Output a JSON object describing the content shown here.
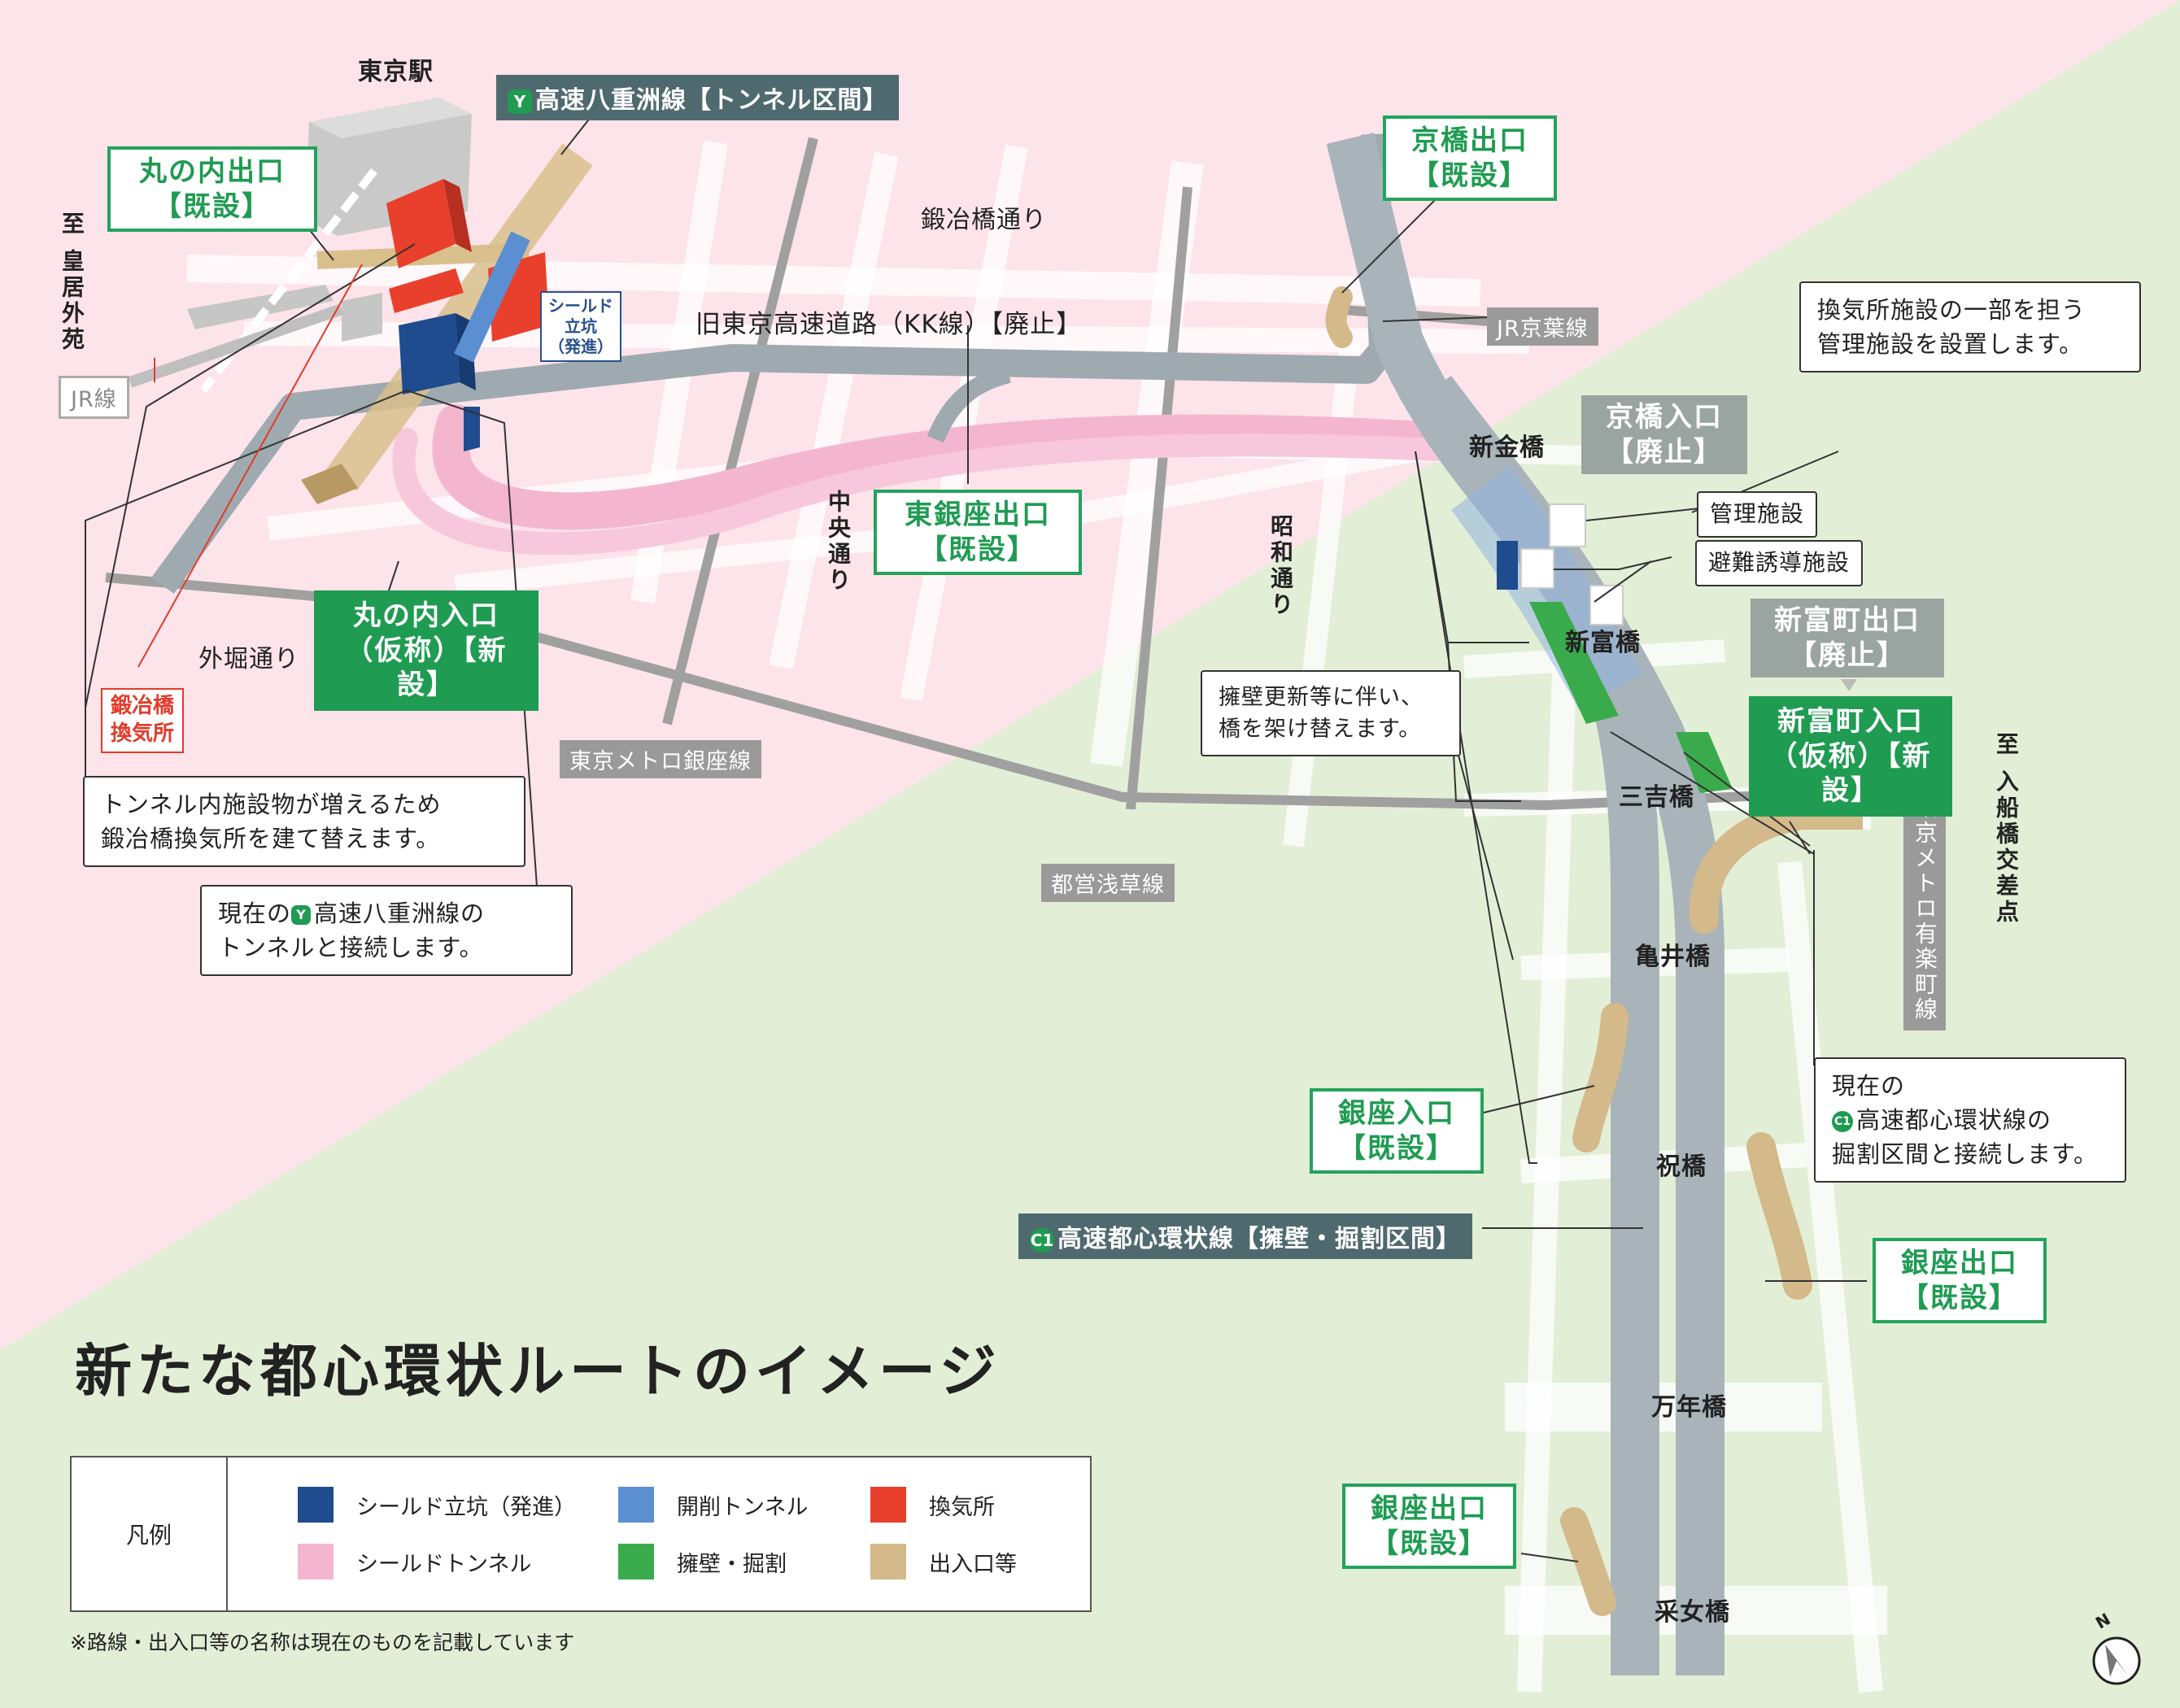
{
  "title": "新たな都心環状ルートのイメージ",
  "footnote": "※路線・出入口等の名称は現在のものを記載しています",
  "colors": {
    "bg_pink": "#fde3ea",
    "bg_green": "#e2efd6",
    "road": "#9eaab0",
    "shield_shaft": "#1f4b8f",
    "cut_tunnel": "#5b8fd1",
    "vent": "#e8402c",
    "shield_tunnel": "#f4b6cf",
    "retaining_wall": "#3aab4c",
    "ramp": "#d4b98a",
    "green_label": "#1f9b52"
  },
  "badges": {
    "yaesu": "Y",
    "c1": "C1"
  },
  "stations": {
    "tokyo": "東京駅"
  },
  "direction": {
    "kokyo": "至 皇居外苑",
    "irifune": "至 入船橋交差点"
  },
  "lines": {
    "jr": "JR線",
    "jr_keiyo": "JR京葉線",
    "ginza_line": "東京メトロ銀座線",
    "asakusa_line": "都営浅草線",
    "yurakucho_line": "東京メトロ有楽町線",
    "yaesu": "高速八重洲線【トンネル区間】",
    "kk": "旧東京高速道路（KK線）【廃止】",
    "c1": "高速都心環状線【擁壁・掘割区間】"
  },
  "streets": {
    "kajibashi": "鍛冶橋通り",
    "sotobori": "外堀通り",
    "chuo": "中央通り",
    "showa": "昭和通り"
  },
  "bridges": {
    "shinkin": "新金橋",
    "shintomi": "新富橋",
    "miyoshi": "三吉橋",
    "kamei": "亀井橋",
    "iwai": "祝橋",
    "mannen": "万年橋",
    "uneme": "采女橋"
  },
  "ramps": {
    "marunouchi_exit": {
      "line1": "丸の内出口",
      "line2": "【既設】"
    },
    "marunouchi_entry": {
      "line1": "丸の内入口",
      "line2": "（仮称）【新設】"
    },
    "kyobashi_exit": {
      "line1": "京橋出口",
      "line2": "【既設】"
    },
    "kyobashi_entry": {
      "line1": "京橋入口",
      "line2": "【廃止】"
    },
    "higashiginza_exit": {
      "line1": "東銀座出口",
      "line2": "【既設】"
    },
    "shintomicho_exit": {
      "line1": "新富町出口",
      "line2": "【廃止】"
    },
    "shintomicho_entry": {
      "line1": "新富町入口",
      "line2": "（仮称）【新設】"
    },
    "ginza_entry": {
      "line1": "銀座入口",
      "line2": "【既設】"
    },
    "ginza_exit1": {
      "line1": "銀座出口",
      "line2": "【既設】"
    },
    "ginza_exit2": {
      "line1": "銀座出口",
      "line2": "【既設】"
    }
  },
  "facilities": {
    "shield_shaft": {
      "line1": "シールド",
      "line2": "立坑",
      "line3": "（発進）"
    },
    "vent": {
      "line1": "鍛冶橋",
      "line2": "換気所"
    },
    "management": "管理施設",
    "evacuation": "避難誘導施設"
  },
  "notes": {
    "vent_rebuild": {
      "line1": "トンネル内施設物が増えるため",
      "line2": "鍛冶橋換気所を建て替えます。"
    },
    "yaesu_connect": {
      "line1a": "現在の",
      "line1b": "高速八重洲線の",
      "line2": "トンネルと接続します。"
    },
    "management_note": {
      "line1": "換気所施設の一部を担う",
      "line2": "管理施設を設置します。"
    },
    "bridge_note": {
      "line1": "擁壁更新等に伴い、",
      "line2": "橋を架け替えます。"
    },
    "c1_connect": {
      "line1": "現在の",
      "line2": "高速都心環状線の",
      "line3": "掘割区間と接続します。"
    }
  },
  "legend": {
    "heading": "凡例",
    "items": [
      {
        "label": "シールド立坑（発進）",
        "color": "#1f4b8f"
      },
      {
        "label": "開削トンネル",
        "color": "#5b8fd1"
      },
      {
        "label": "換気所",
        "color": "#e8402c"
      },
      {
        "label": "シールドトンネル",
        "color": "#f4b6cf"
      },
      {
        "label": "擁壁・掘割",
        "color": "#3aab4c"
      },
      {
        "label": "出入口等",
        "color": "#d4b98a"
      }
    ]
  },
  "compass_letter": "N"
}
